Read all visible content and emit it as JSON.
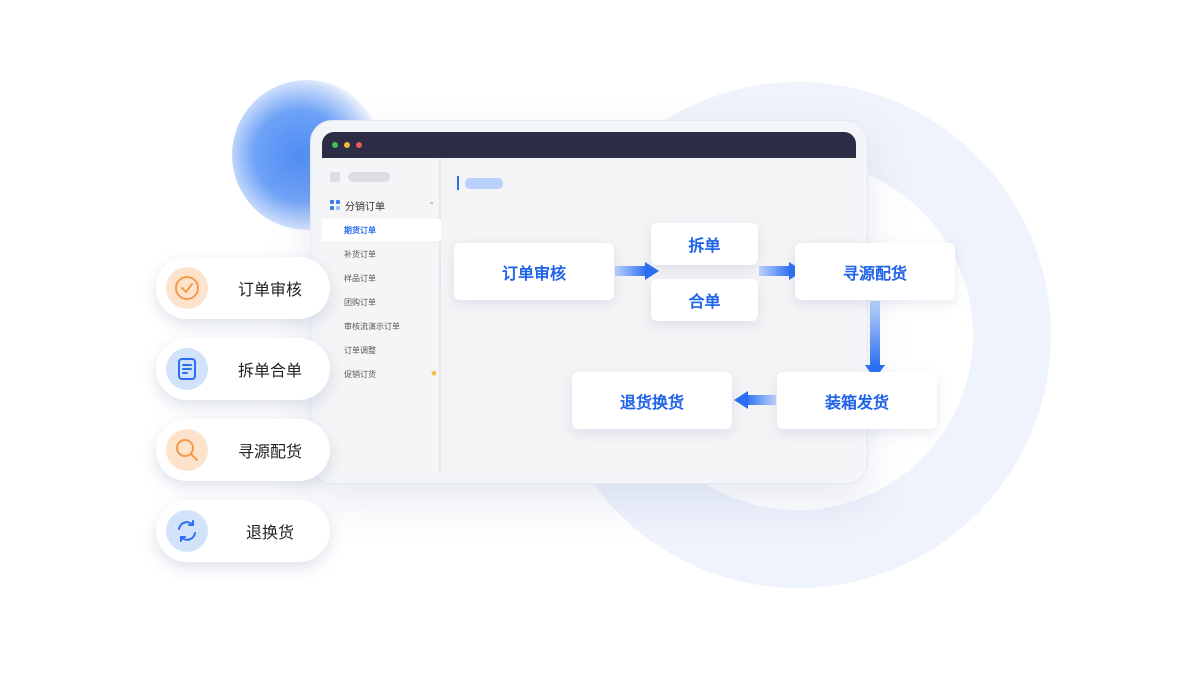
{
  "sidebar": {
    "group_label": "分销订单",
    "items": [
      {
        "label": "期货订单",
        "active": true
      },
      {
        "label": "补货订单"
      },
      {
        "label": "样品订单"
      },
      {
        "label": "团购订单"
      },
      {
        "label": "审核流演示订单"
      },
      {
        "label": "订单调整"
      },
      {
        "label": "促销订货",
        "starred": true
      }
    ]
  },
  "flow": {
    "order_review": "订单审核",
    "split": "拆单",
    "merge": "合单",
    "sourcing": "寻源配货",
    "packing": "装箱发货",
    "return_exchange": "退货换货"
  },
  "features": [
    {
      "label": "订单审核",
      "icon": "check-circle-icon",
      "color": "#f39a4c"
    },
    {
      "label": "拆单合单",
      "icon": "document-icon",
      "color": "#2b6ff2"
    },
    {
      "label": "寻源配货",
      "icon": "search-icon",
      "color": "#f39a4c"
    },
    {
      "label": "退换货",
      "icon": "refresh-icon",
      "color": "#2b6ff2"
    }
  ],
  "colors": {
    "accent_blue": "#2b6ff2",
    "accent_orange": "#f39a4c",
    "titlebar": "#2a2d44"
  }
}
